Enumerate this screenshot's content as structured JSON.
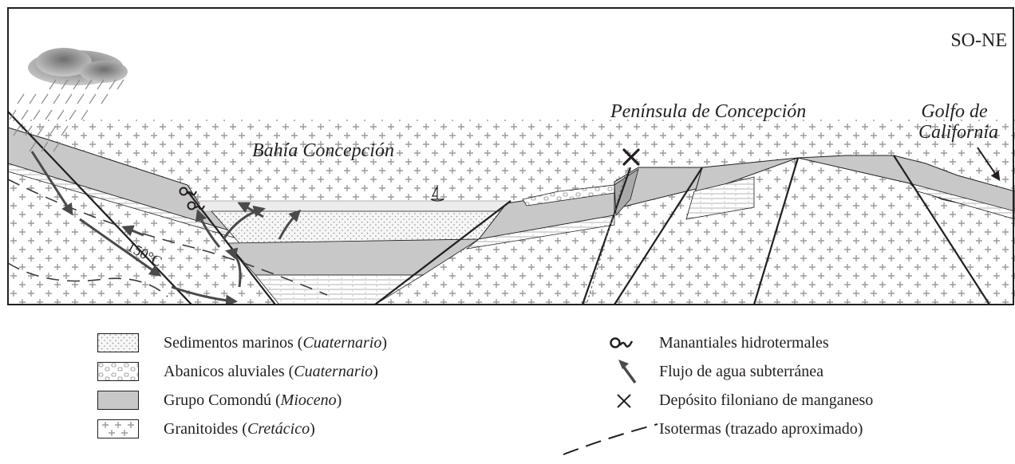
{
  "orientation": "SO-NE",
  "labels": {
    "bay": "Bahía Concepción",
    "peninsula": "Península de Concepción",
    "gulf_line1": "Golfo de",
    "gulf_line2": "California",
    "isotherm": "150°C"
  },
  "legend_left": [
    {
      "pattern": "dotted",
      "text": "Sedimentos marinos (",
      "italic": "Cuaternario",
      "close": ")"
    },
    {
      "pattern": "cobbles",
      "text": "Abanicos aluviales (",
      "italic": "Cuaternario",
      "close": ")"
    },
    {
      "pattern": "gray",
      "text": "Grupo Comondú (",
      "italic": "Mioceno",
      "close": ")"
    },
    {
      "pattern": "crosses",
      "text": "Granitoides (",
      "italic": "Cretácico",
      "close": ")"
    }
  ],
  "legend_right": [
    {
      "symbol": "spring-icon",
      "text": "Manantiales hidrotermales"
    },
    {
      "symbol": "arrow-icon",
      "text": "Flujo de agua subterránea"
    },
    {
      "symbol": "cross-icon",
      "text": "Depósito filoniano de manganeso"
    },
    {
      "symbol": "dashed-line-icon",
      "text": "Isotermas (trazado aproximado)"
    }
  ],
  "colors": {
    "comondu_gray": "#c8c8c8",
    "water": "#ececec",
    "ink": "#231f20",
    "cloud": "#8a8a8a"
  }
}
